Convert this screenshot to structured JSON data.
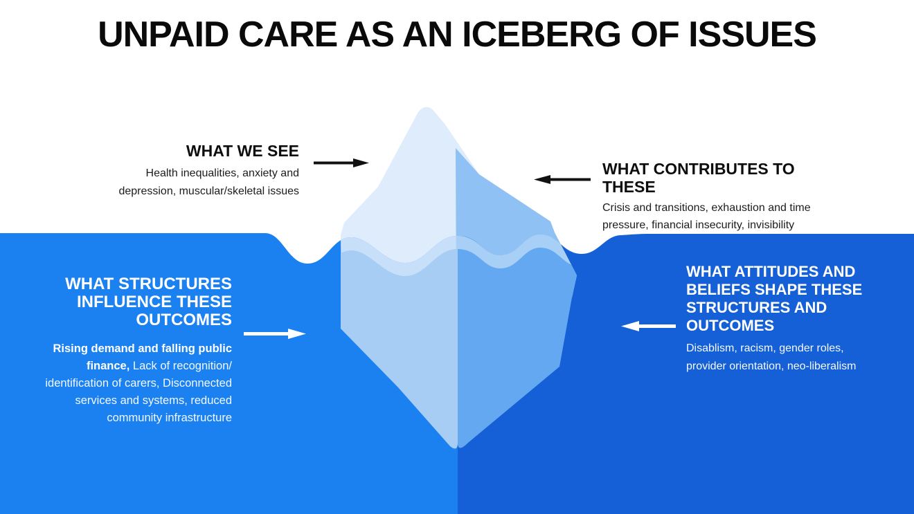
{
  "title": "UNPAID CARE AS AN ICEBERG OF ISSUES",
  "sections": {
    "what_we_see": {
      "heading_lines": [
        "WHAT WE SEE"
      ],
      "body_lines": [
        "Health inequalities, anxiety and",
        "depression, muscular/skeletal issues"
      ],
      "arrow_icon": "black-arrow-right"
    },
    "what_contributes": {
      "heading_lines": [
        "WHAT CONTRIBUTES TO",
        "THESE"
      ],
      "body_lines": [
        "Crisis and transitions, exhaustion and time",
        "pressure, financial insecurity, invisibility"
      ],
      "arrow_icon": "black-arrow-left"
    },
    "what_structures": {
      "heading_lines": [
        "WHAT STRUCTURES",
        "INFLUENCE THESE",
        "OUTCOMES"
      ],
      "body_line1_bold": "Rising demand and falling public",
      "body_line2_bold": "finance,",
      "body_line2_rest": " Lack of recognition/",
      "body_lines_rest": [
        "identification of carers, Disconnected",
        "services and systems, reduced",
        "community infrastructure"
      ],
      "arrow_icon": "white-arrow-right"
    },
    "what_attitudes": {
      "heading_lines": [
        "WHAT ATTITUDES AND",
        "BELIEFS SHAPE THESE",
        "STRUCTURES AND",
        "OUTCOMES"
      ],
      "body_lines": [
        "Disablism, racism, gender roles,",
        "provider orientation, neo-liberalism"
      ],
      "arrow_icon": "white-arrow-left"
    }
  },
  "colors": {
    "sky": "#ffffff",
    "water_left": "#1b81f1",
    "water_right": "#1560d6",
    "iceberg_tip_light": "#deecfb",
    "iceberg_tip_shade": "#8fc1f4",
    "waterline_band_light": "#c8dff9",
    "waterline_band_shade": "#a8d0f7",
    "iceberg_deep_light": "#a8cdf5",
    "iceberg_deep_shade": "#63a8f0",
    "arrow_black": "#111111",
    "arrow_white": "#ffffff",
    "title_text": "#0a0a0a"
  }
}
